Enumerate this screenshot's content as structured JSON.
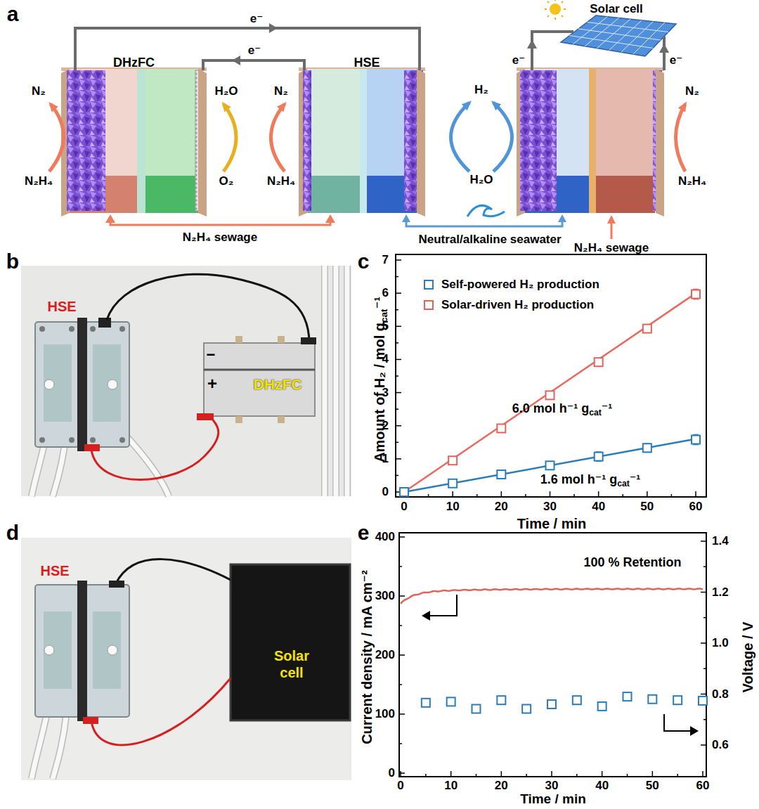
{
  "diagram": {
    "nodes": [
      {
        "text": [
          "DHzFC"
        ]
      },
      {
        "text": [
          "HSE"
        ]
      },
      {
        "text": [
          "Solar cell"
        ]
      }
    ],
    "edges": [
      {
        "from": 0,
        "to": 1,
        "arrow": "to",
        "label": "e⁻"
      },
      {
        "from": 1,
        "to": 0,
        "arrow": "to",
        "label": "e⁻"
      },
      {
        "from": 0,
        "to": 1,
        "arrow": "both",
        "label": "N₂H₄ sewage"
      }
    ],
    "labels": [
      "a",
      "e⁻",
      "e⁻",
      "N₂",
      "N₂H₄",
      "H₂O",
      "O₂",
      "N₂",
      "N₂H₄",
      "H₂",
      "H₂O",
      "N₂",
      "N₂H₄",
      "Neutral/alkaline seawater",
      "N₂H₄ sewage",
      "b",
      "HSE",
      "−",
      "+",
      "DHzFC",
      "c",
      "Amount of H₂ / mol g",
      "cat",
      "⁻¹",
      "0",
      "1",
      "2",
      "3",
      "4",
      "5",
      "6",
      "7",
      "0",
      "10",
      "20",
      "30",
      "40",
      "50",
      "60",
      "Time / min",
      "6.0 mol h⁻¹ g",
      "cat",
      "⁻¹",
      "1.6 mol h⁻¹ g",
      "cat",
      "⁻¹",
      "d",
      "HSE",
      "Solar cell",
      "e",
      "Current density / mA cm⁻²",
      "Voltage / V",
      "0",
      "100",
      "200",
      "300",
      "400",
      "0.6",
      "0.8",
      "1.0",
      "1.2",
      "1.4",
      "0",
      "10",
      "20",
      "30",
      "40",
      "50",
      "60",
      "Time / min",
      "100 % Retention"
    ],
    "legend": [
      {
        "text": "Self-powered H₂ production"
      },
      {
        "text": "Solar-driven H₂ production"
      }
    ]
  }
}
